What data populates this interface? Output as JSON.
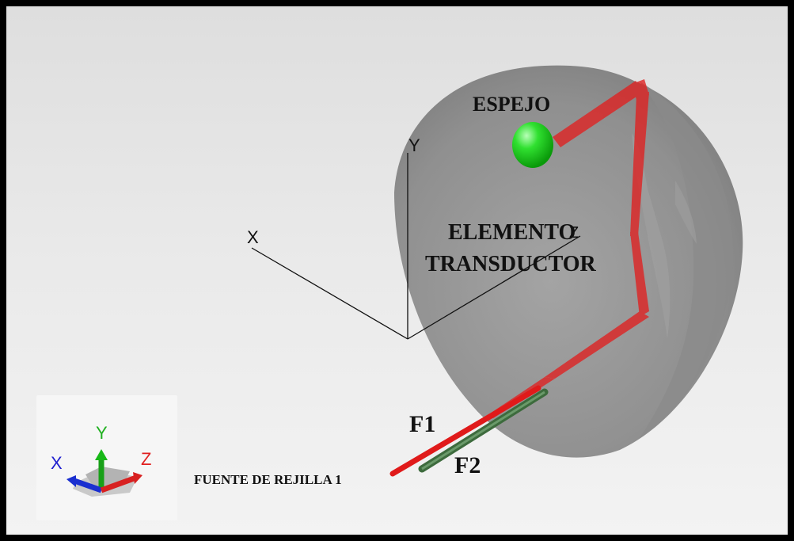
{
  "scene": {
    "labels": {
      "mirror": "ESPEJO",
      "element_line1": "ELEMENTO",
      "element_line2": "TRANSDUCTOR",
      "f1": "F1",
      "f2": "F2",
      "source": "FUENTE DE REJILLA 1"
    },
    "axes": {
      "y": "Y",
      "x": "X",
      "z": "Z"
    }
  },
  "view_triad": {
    "x_label": "X",
    "y_label": "Y",
    "z_label": "Z",
    "colors": {
      "x": "#2020d0",
      "y": "#20b020",
      "z": "#e02020"
    }
  },
  "colors": {
    "background": "#e6e6e6",
    "hemisphere": "#7f7f7f",
    "beam": "#e02020",
    "mirror": "#22dd22",
    "source_f2": "#3d6b3d"
  }
}
